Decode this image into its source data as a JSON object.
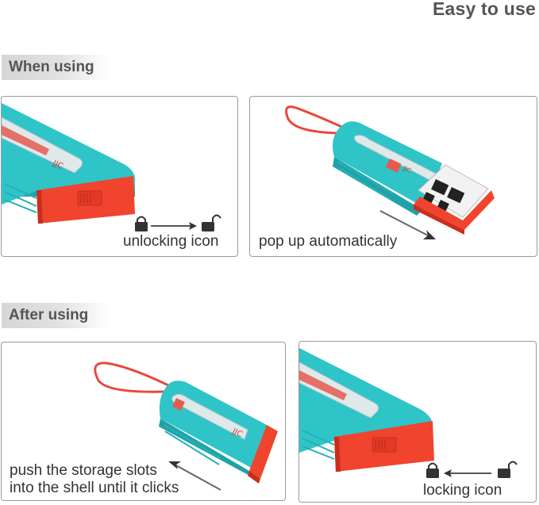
{
  "page": {
    "title": "Easy to use"
  },
  "sections": {
    "when_using": {
      "label": "When using",
      "panels": [
        {
          "caption": "unlocking icon",
          "icons": [
            "lock-closed-icon",
            "arrow-right-icon",
            "lock-open-icon"
          ]
        },
        {
          "caption": "pop up automatically",
          "icons": [
            "arrow-down-right-icon"
          ]
        }
      ]
    },
    "after_using": {
      "label": "After using",
      "panels": [
        {
          "caption_lines": [
            "push the storage slots",
            "into the shell until it clicks"
          ],
          "icons": [
            "arrow-up-left-icon"
          ]
        },
        {
          "caption": "locking icon",
          "icons": [
            "lock-closed-icon",
            "arrow-left-icon",
            "lock-open-icon"
          ]
        }
      ]
    }
  },
  "product": {
    "brand_mark": "JJC"
  },
  "colors": {
    "shell": "#2fc4c8",
    "shell_dark": "#1fa3a8",
    "cap": "#f0442e",
    "cap_dark": "#c92e1d",
    "lanyard": "#e8483b",
    "window": "#dfe9ea"
  }
}
